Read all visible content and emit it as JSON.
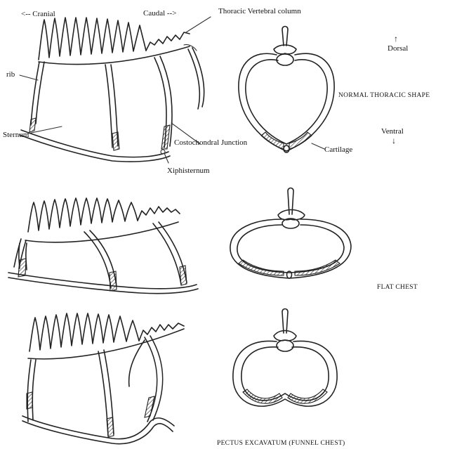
{
  "labels": {
    "cranial": "<-- Cranial",
    "caudal": "Caudal -->",
    "vertebral_column": "Thoracic Vertebral column",
    "dorsal": "Dorsal",
    "dorsal_arrow": "↑",
    "rib": "rib",
    "normal_shape": "NORMAL THORACIC SHAPE",
    "sternum": "Sternum",
    "ventral": "Ventral",
    "ventral_arrow": "↓",
    "costochondral": "Costochondral Junction",
    "cartilage": "Cartilage",
    "xiphisternum": "Xiphisternum",
    "flat_chest": "FLAT CHEST",
    "pectus": "PECTUS EXCAVATUM (FUNNEL CHEST)"
  }
}
